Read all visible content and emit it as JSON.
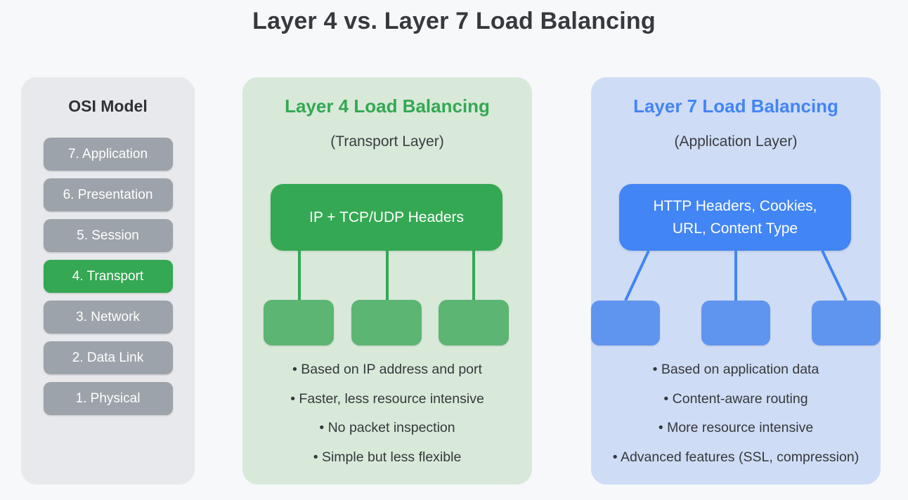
{
  "title": "Layer 4 vs. Layer 7 Load Balancing",
  "colors": {
    "page_bg": "#f6f8fa",
    "panel_gray_bg": "#e8e9ec",
    "gray_button": "#9ca3aa",
    "accent_green": "#34a853",
    "accent_green_light": "#5cb573",
    "panel_green_bg": "#d8e9d9",
    "accent_blue": "#4285f4",
    "accent_blue_light": "#6095ef",
    "panel_blue_bg": "#cfdcf6",
    "text_dark": "#36393d",
    "text_white": "#ffffff"
  },
  "osi_panel": {
    "title": "OSI Model",
    "layers": [
      {
        "label": "7. Application",
        "highlighted": false
      },
      {
        "label": "6. Presentation",
        "highlighted": false
      },
      {
        "label": "5. Session",
        "highlighted": false
      },
      {
        "label": "4. Transport",
        "highlighted": true
      },
      {
        "label": "3. Network",
        "highlighted": false
      },
      {
        "label": "2. Data Link",
        "highlighted": false
      },
      {
        "label": "1. Physical",
        "highlighted": false
      }
    ]
  },
  "layer4_panel": {
    "title": "Layer 4 Load Balancing",
    "subtitle": "(Transport Layer)",
    "inspect_box": "IP + TCP/UDP Headers",
    "server_count": 3,
    "bullets": [
      "• Based on IP address and port",
      "• Faster, less resource intensive",
      "• No packet inspection",
      "• Simple but less flexible"
    ]
  },
  "layer7_panel": {
    "title": "Layer 7 Load Balancing",
    "subtitle": "(Application Layer)",
    "inspect_box": "HTTP Headers, Cookies, URL, Content Type",
    "server_count": 3,
    "bullets": [
      "• Based on application data",
      "• Content-aware routing",
      "• More resource intensive",
      "• Advanced features (SSL, compression)"
    ]
  }
}
